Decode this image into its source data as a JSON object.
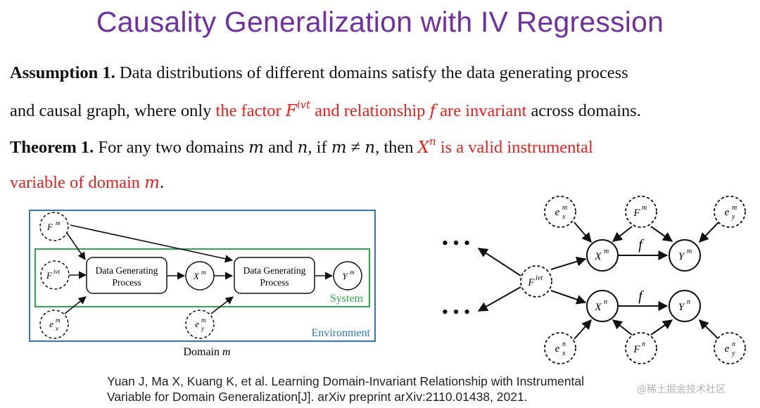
{
  "title": "Causality Generalization with IV Regression",
  "assumption": {
    "label": "Assumption 1.",
    "text1": " Data distributions of different domains satisfy the data generating process",
    "text2": "and causal graph, where only ",
    "red1": "the factor ",
    "var_F": "F",
    "sup_ivt": "ivt",
    "red2": " and relationship ",
    "var_f": "f",
    "red3": " are invariant",
    "text3": " across domains."
  },
  "theorem": {
    "label": "Theorem 1.",
    "text1": " For any two domains ",
    "var_m": "m",
    "and": " and ",
    "var_n": "n",
    "text2": ", if ",
    "neq": " ≠ ",
    "text3": ", then ",
    "var_X": "X",
    "sup_n": "n",
    "red1": " is a valid instrumental",
    "red2": "variable of domain ",
    "var_m2": "m",
    "period": "."
  },
  "left_diagram": {
    "box_line1": "Data Generating",
    "box_line2": "Process",
    "system_label": "System",
    "environment_label": "Environment",
    "caption_text": "Domain ",
    "caption_var": "m",
    "colors": {
      "environment": "#2e79b9",
      "system": "#2ea84e"
    }
  },
  "right_diagram": {
    "edge_label": "f",
    "ellipsis": "• • •"
  },
  "citation": {
    "line1": "Yuan J, Ma X, Kuang K, et al. Learning Domain-Invariant Relationship with Instrumental",
    "line2": "Variable for Domain Generalization[J]. arXiv preprint arXiv:2110.01438, 2021."
  },
  "watermark": "@稀土掘金技术社区"
}
